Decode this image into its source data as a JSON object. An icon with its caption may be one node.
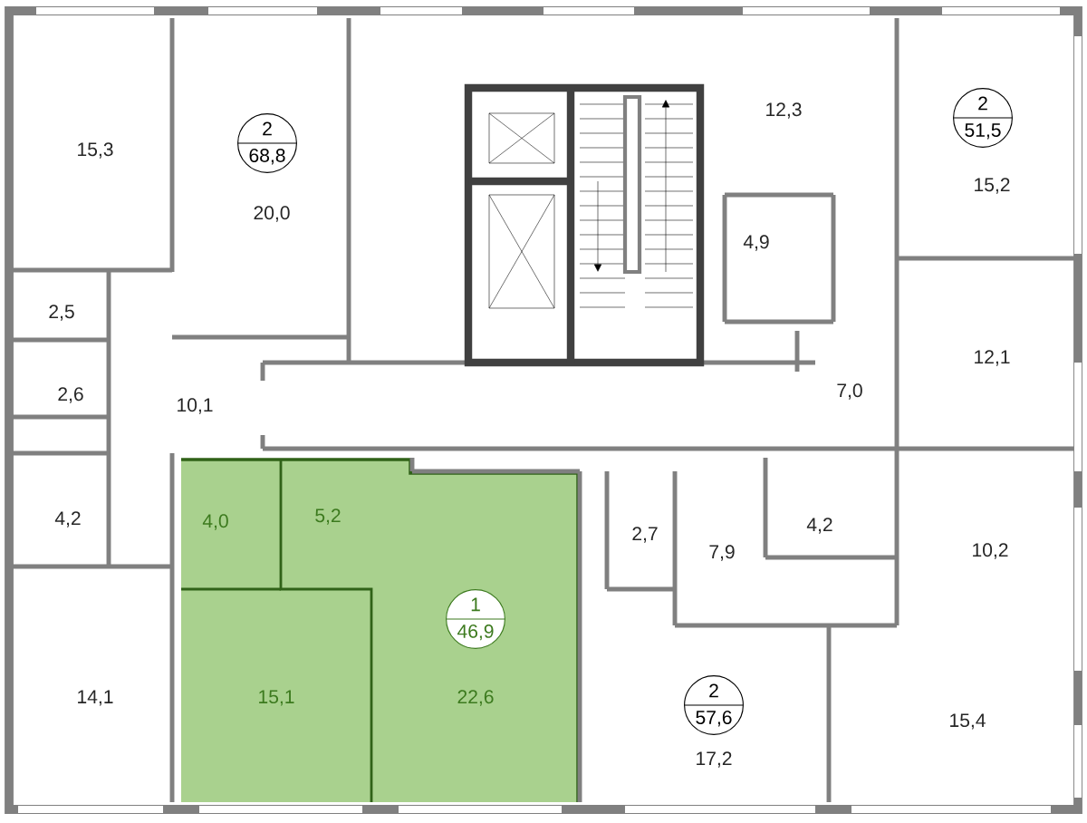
{
  "diagram": {
    "nodes": [
      {
        "text": [
          "2",
          "51,5"
        ]
      },
      {
        "text": [
          "2",
          "68,8"
        ]
      },
      {
        "text": [
          "1",
          "46,9"
        ]
      },
      {
        "text": [
          "2",
          "57,6"
        ]
      }
    ],
    "labels": [
      "12,3",
      "15,3",
      "15,2",
      "20,0",
      "4,9",
      "2,5",
      "12,1",
      "7,0",
      "2,6",
      "10,1",
      "5,2",
      "4,0",
      "4,2",
      "4,2",
      "10,2",
      "2,7",
      "7,9",
      "14,1",
      "15,1",
      "22,6",
      "15,4",
      "17,2"
    ]
  }
}
